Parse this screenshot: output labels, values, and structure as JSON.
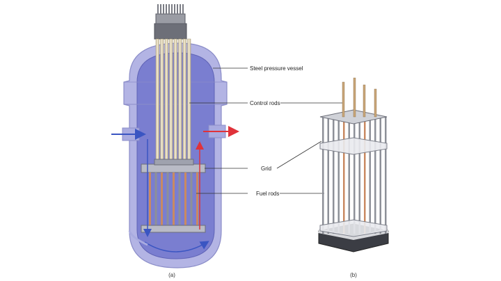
{
  "labels": {
    "vessel": "Steel pressure vessel",
    "control_rods": "Control rods",
    "grid": "Grid",
    "fuel_rods": "Fuel rods"
  },
  "captions": {
    "a": "(a)",
    "b": "(b)"
  },
  "colors": {
    "vessel_outer": "#b3b4e4",
    "vessel_inner": "#7a7ed0",
    "control_rod": "#e3d7b8",
    "fuel_rod": "#c98a62",
    "inlet_arrow": "#3a55c2",
    "outlet_arrow": "#e0323a",
    "rod_gray": "#8d9098"
  }
}
